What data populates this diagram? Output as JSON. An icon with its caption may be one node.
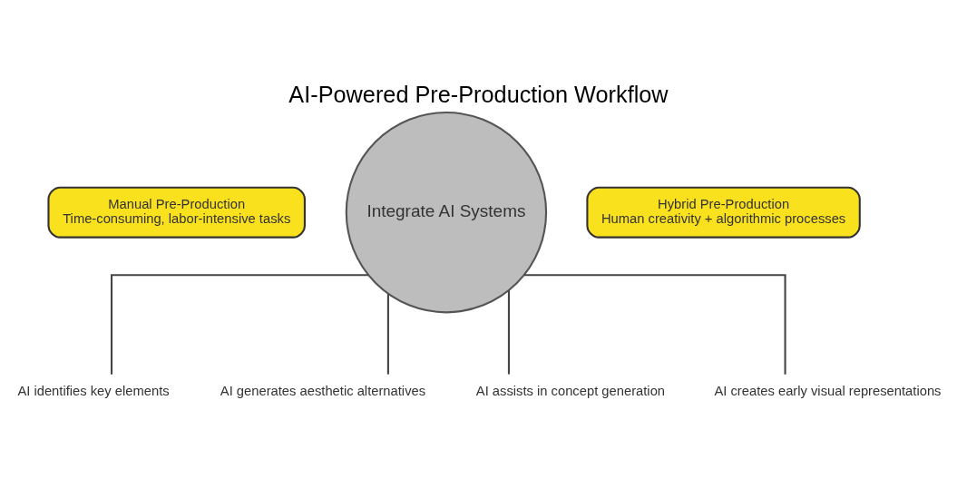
{
  "diagram": {
    "title": "AI-Powered Pre-Production Workflow",
    "nodes": [
      {
        "text": [
          "Manual Pre-Production",
          "Time-consuming, labor-intensive tasks"
        ]
      },
      {
        "text": [
          "Integrate AI Systems"
        ]
      },
      {
        "text": [
          "Hybrid Pre-Production",
          "Human creativity + algorithmic processes"
        ]
      },
      {
        "text": [
          "AI identifies key elements"
        ]
      },
      {
        "text": [
          "AI generates aesthetic alternatives"
        ]
      },
      {
        "text": [
          "AI assists in concept generation"
        ]
      },
      {
        "text": [
          "AI creates early visual representations"
        ]
      }
    ],
    "edges": [
      {
        "from": 1,
        "to": 3,
        "arrow": "none"
      },
      {
        "from": 1,
        "to": 4,
        "arrow": "none"
      },
      {
        "from": 1,
        "to": 5,
        "arrow": "none"
      },
      {
        "from": 1,
        "to": 6,
        "arrow": "none"
      }
    ]
  }
}
